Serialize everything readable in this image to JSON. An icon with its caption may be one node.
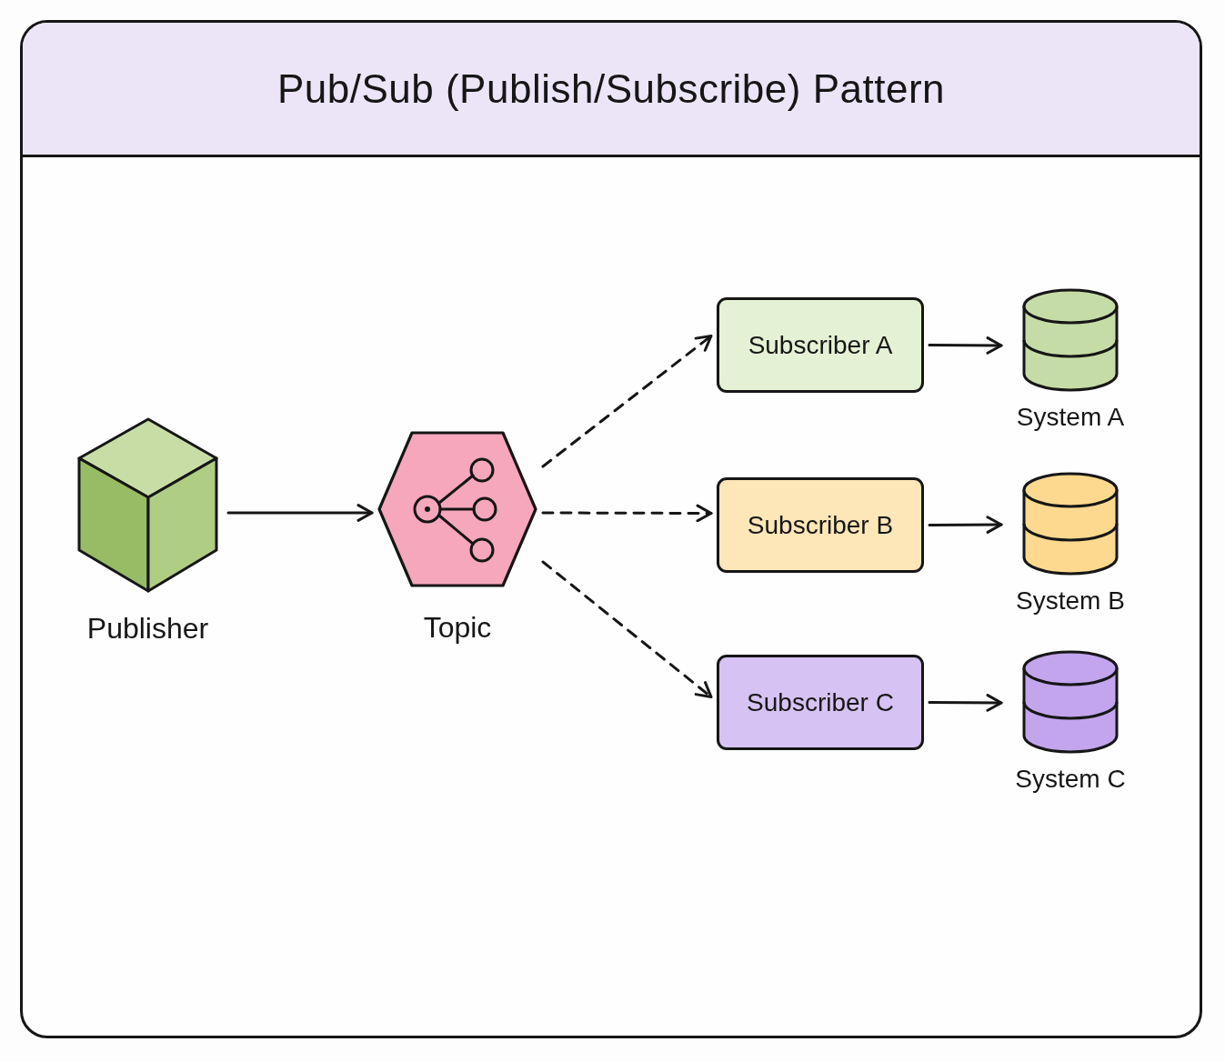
{
  "diagram": {
    "title": "Pub/Sub (Publish/Subscribe) Pattern",
    "nodes": [
      {
        "text": [
          "Publisher"
        ]
      },
      {
        "text": [
          "Topic"
        ]
      },
      {
        "text": [
          "Subscriber A"
        ]
      },
      {
        "text": [
          "Subscriber B"
        ]
      },
      {
        "text": [
          "Subscriber C"
        ]
      },
      {
        "text": [
          "System A"
        ]
      },
      {
        "text": [
          "System B"
        ]
      },
      {
        "text": [
          "System C"
        ]
      }
    ],
    "edges": [
      {
        "from": 0,
        "to": 1,
        "arrow": "to"
      },
      {
        "from": 1,
        "to": 2,
        "arrow": "to",
        "style": "dashed"
      },
      {
        "from": 1,
        "to": 3,
        "arrow": "to",
        "style": "dashed"
      },
      {
        "from": 1,
        "to": 4,
        "arrow": "to",
        "style": "dashed"
      },
      {
        "from": 2,
        "to": 5,
        "arrow": "to"
      },
      {
        "from": 3,
        "to": 6,
        "arrow": "to"
      },
      {
        "from": 4,
        "to": 7,
        "arrow": "to"
      }
    ]
  }
}
